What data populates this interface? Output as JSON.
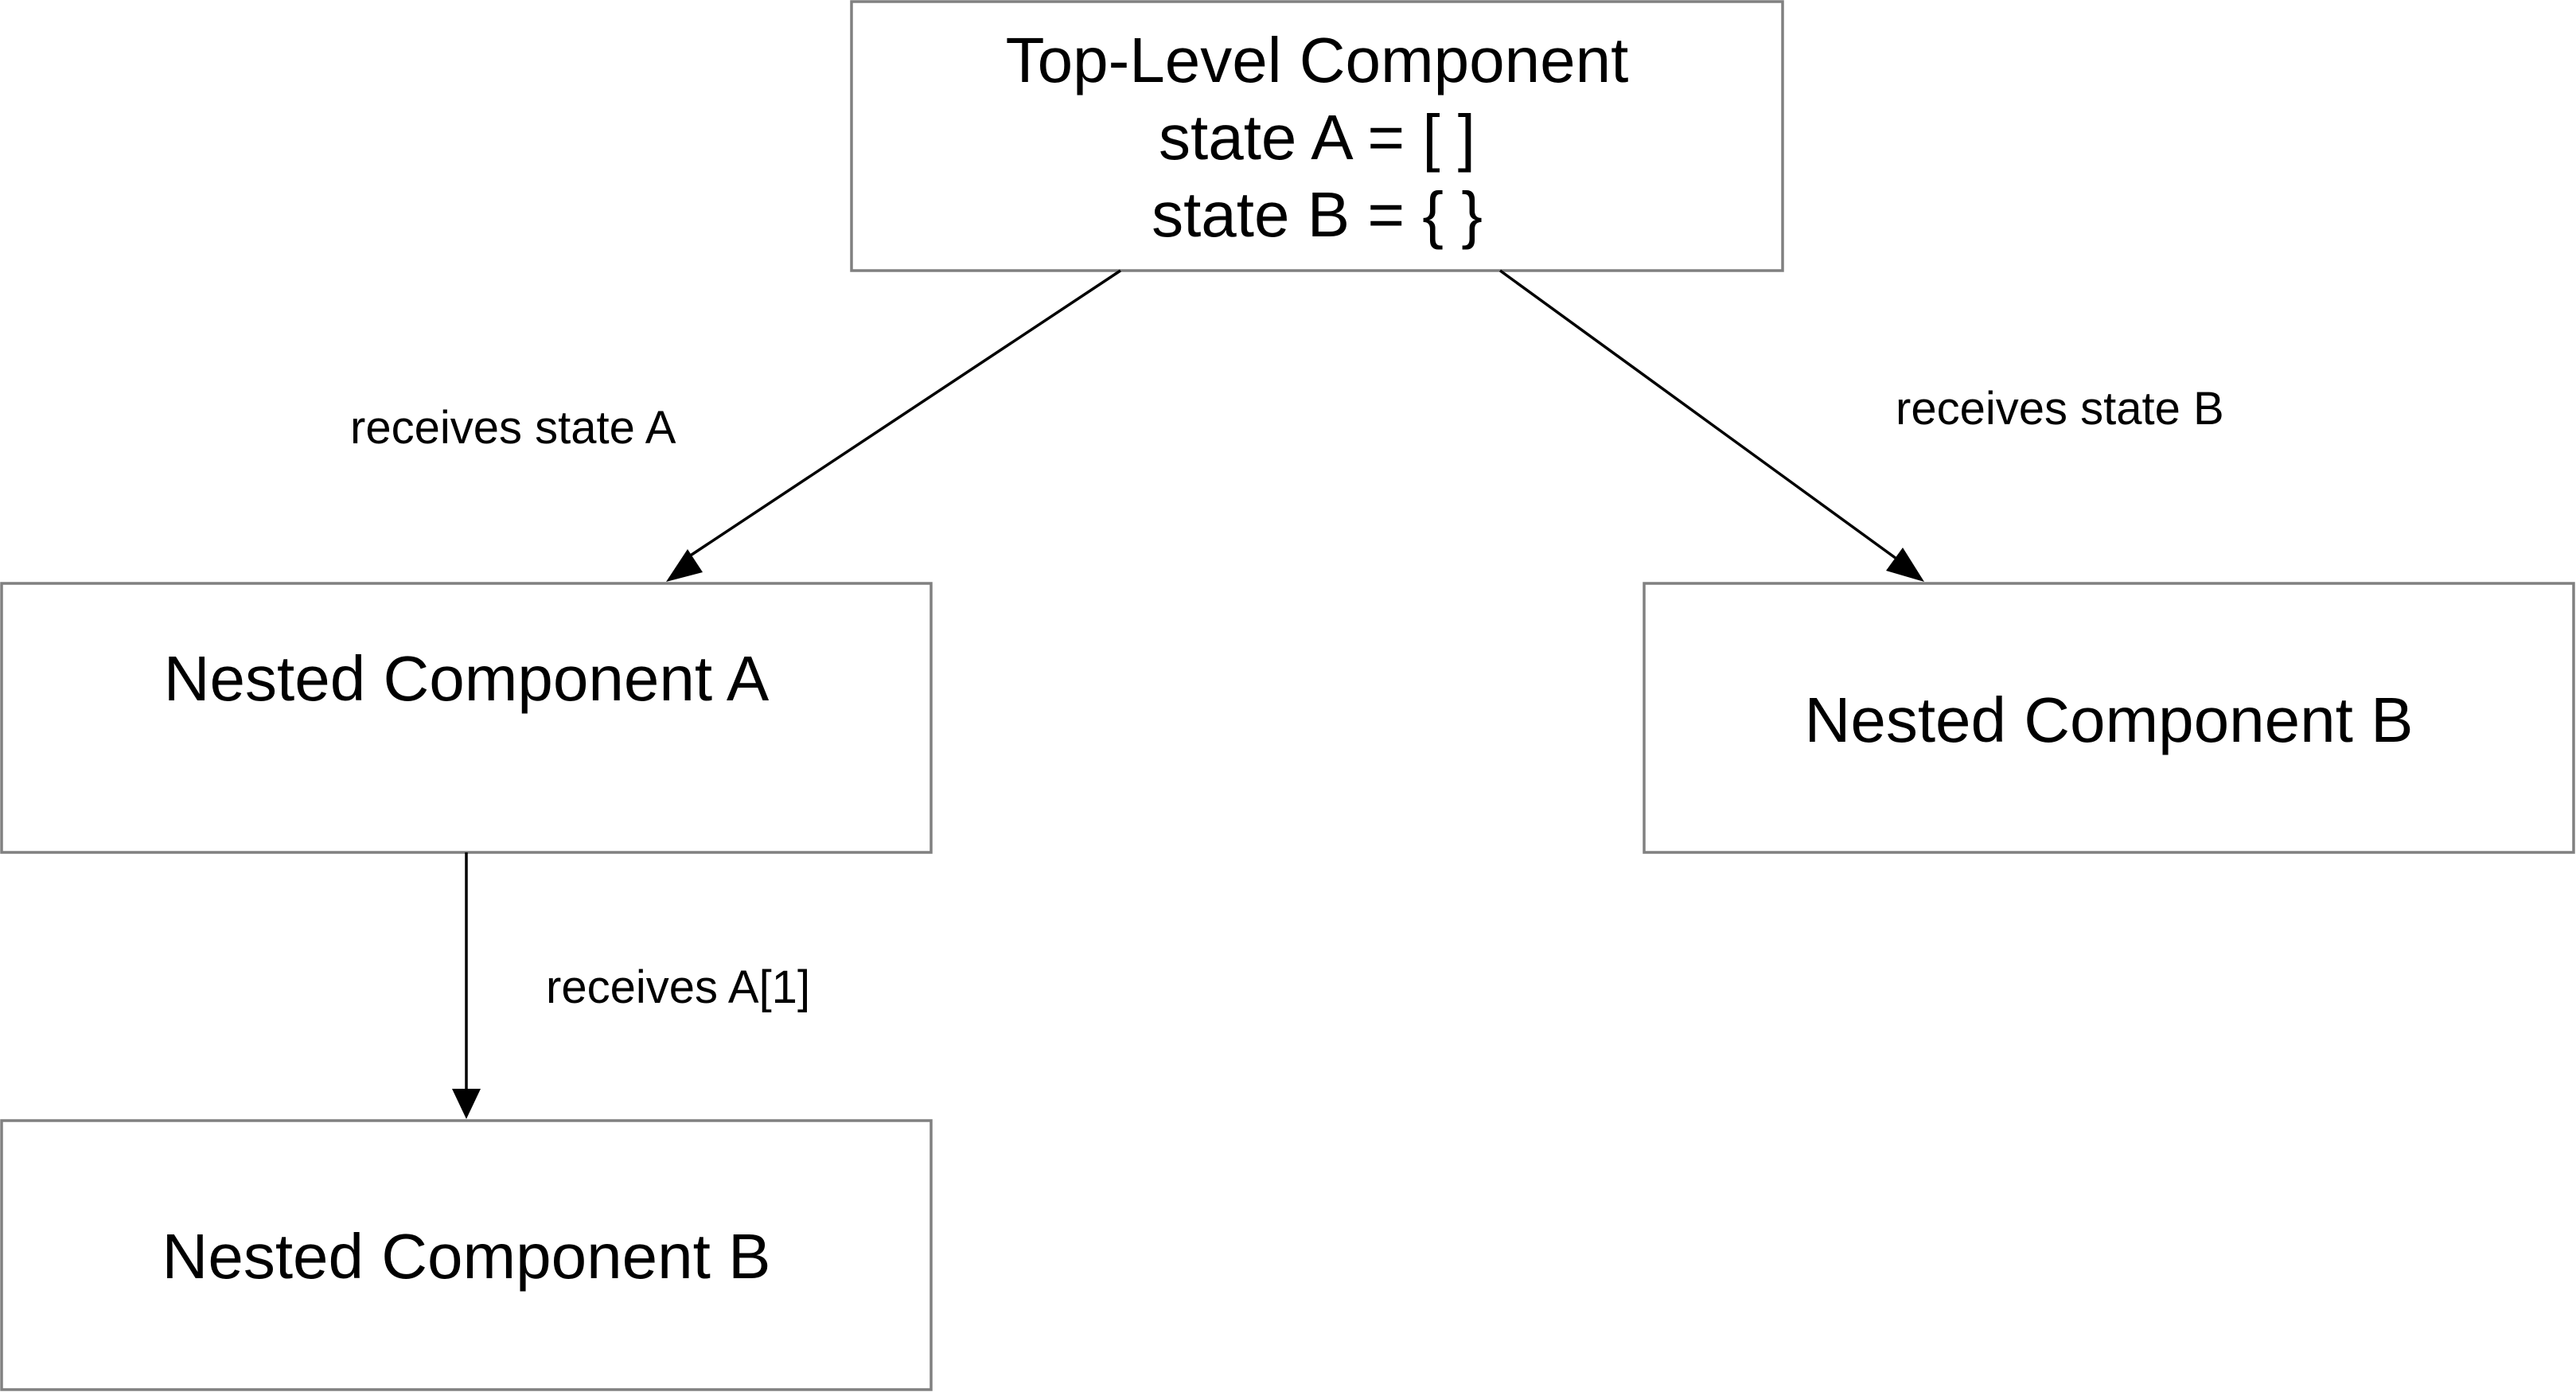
{
  "nodes": {
    "top": {
      "title": "Top-Level Component",
      "state_a": "state A = [ ]",
      "state_b": "state B = { }"
    },
    "nested_a": {
      "label": "Nested Component A"
    },
    "nested_b_right": {
      "label": "Nested Component B"
    },
    "nested_b_bottom": {
      "label": "Nested Component B"
    }
  },
  "edges": {
    "top_to_a": {
      "label": "receives state A"
    },
    "top_to_b": {
      "label": "receives state B"
    },
    "a_to_b": {
      "label": "receives A[1]"
    }
  }
}
